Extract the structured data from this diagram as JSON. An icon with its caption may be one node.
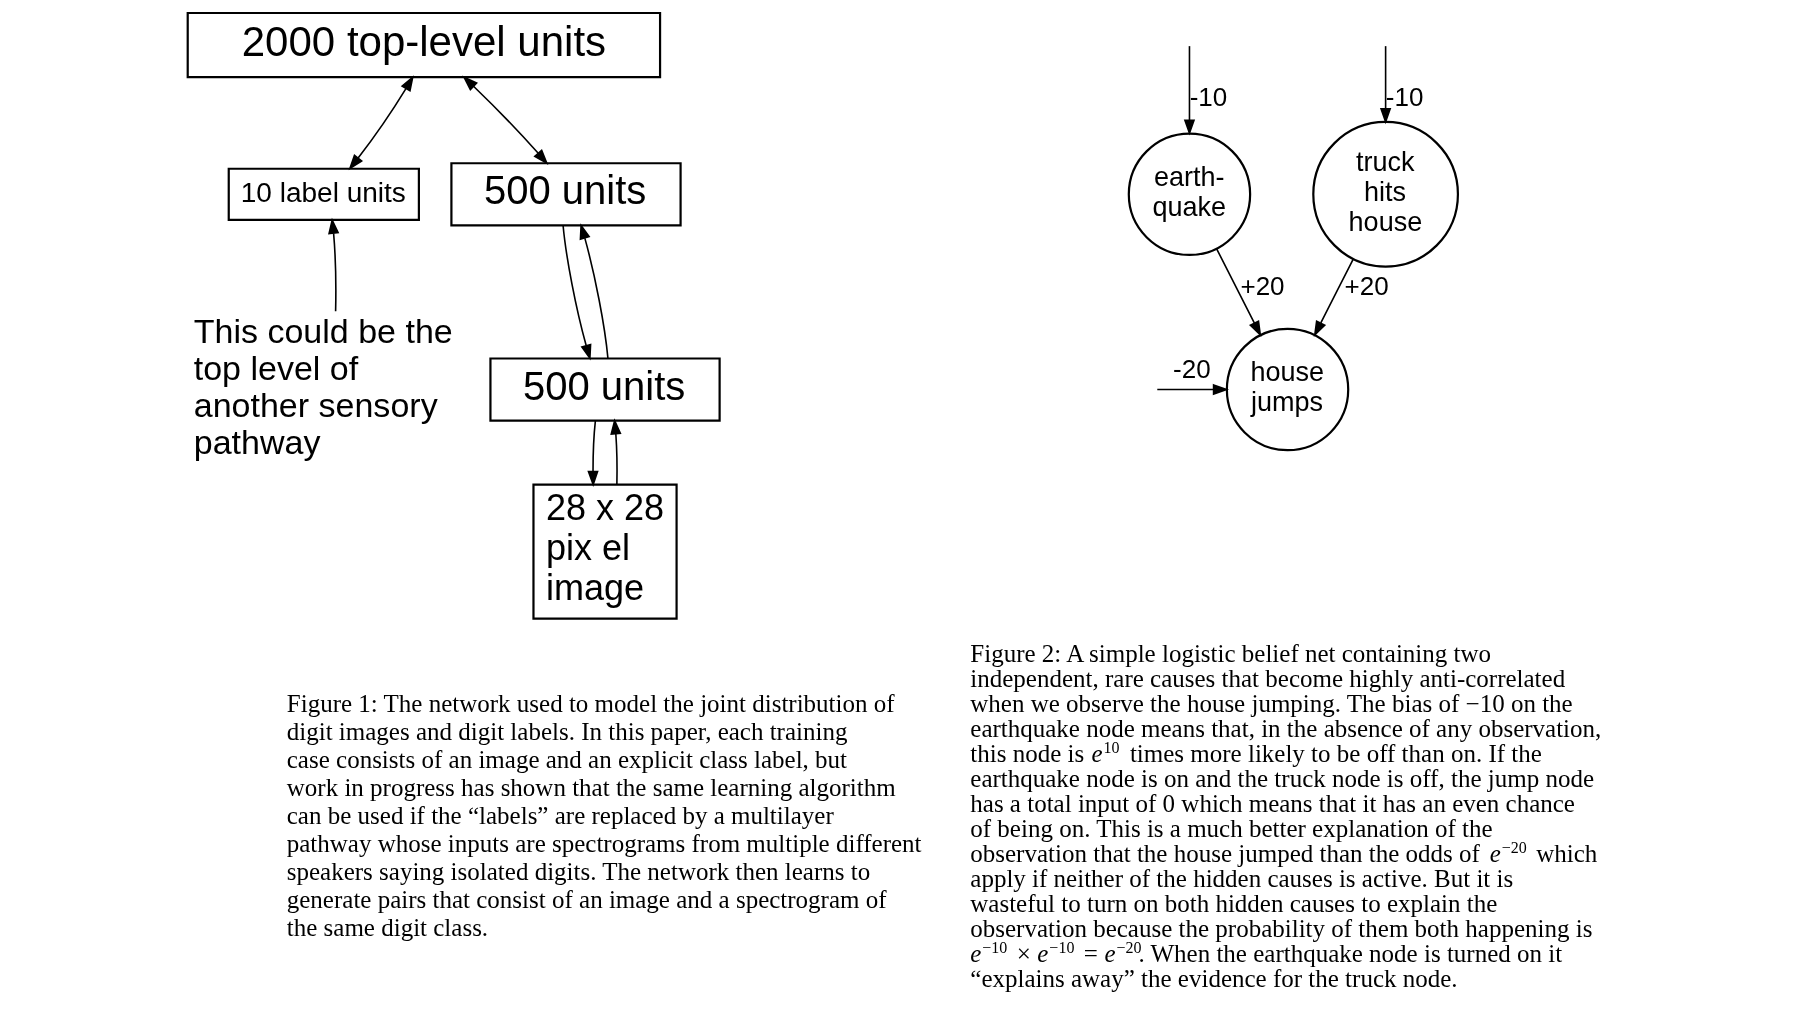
{
  "diagram": {
    "nodes": [
      {
        "text": [
          "2000 top-level units"
        ]
      },
      {
        "text": [
          "10 label units"
        ]
      },
      {
        "text": [
          "500 units"
        ]
      },
      {
        "text": [
          "This could be the top level of another sensory pathway"
        ]
      },
      {
        "text": [
          "500 units"
        ]
      },
      {
        "text": [
          "28 x 28 pix el image"
        ]
      },
      {
        "text": [
          "earth- quake"
        ]
      },
      {
        "text": [
          "truck hits house"
        ]
      },
      {
        "text": [
          "house jumps"
        ]
      }
    ],
    "edges": [
      {
        "from": 1,
        "to": 0,
        "arrow": "both"
      },
      {
        "from": 2,
        "to": 0,
        "arrow": "both"
      },
      {
        "from": 3,
        "to": 1,
        "arrow": "to"
      },
      {
        "from": 4,
        "to": 2,
        "arrow": "to"
      },
      {
        "from": 2,
        "to": 4,
        "arrow": "to"
      },
      {
        "from": 5,
        "to": 4,
        "arrow": "to"
      },
      {
        "from": 4,
        "to": 5,
        "arrow": "to"
      },
      {
        "from": null,
        "to": 6,
        "arrow": "to",
        "label": "-10"
      },
      {
        "from": null,
        "to": 7,
        "arrow": "to",
        "label": "-10"
      },
      {
        "from": 6,
        "to": 8,
        "arrow": "to",
        "label": "+20"
      },
      {
        "from": 7,
        "to": 8,
        "arrow": "to",
        "label": "+20"
      },
      {
        "from": null,
        "to": 8,
        "arrow": "to",
        "label": "-20"
      }
    ],
    "labels": [
      "Figure 1: The network used to model the joint distribution of digit images and digit labels. In this paper, each training case consists of an image and an explicit class label, but work in progress has shown that the same learning algorithm can be used if the “labels” are replaced by a multilayer pathway whose inputs are spectrograms from multiple different speakers saying isolated digits. The network then learns to generate pairs that consist of an image and a spectrogram of the same digit class.",
      "Figure 2: A simple logistic belief net containing two independent, rare causes that become highly anti-correlated when we observe the house jumping. The bias of −10 on the earthquake node means that, in the absence of any observation, this node is *e*$^{10}$ times more likely to be off than on. If the earthquake node is on and the truck node is off, the jump node has a total input of 0 which means that it has an even chance of being on. This is a much better explanation of the observation that the house jumped than the odds of *e*$^{−20}$ which apply if neither of the hidden causes is active. But it is wasteful to turn on both hidden causes to explain the observation because the probability of them both happening is *e*$^{−10}$ × *e*$^{−10}$ = *e*$^{−20}$. When the earthquake node is turned on it “explains away” the evidence for the truck node."
    ]
  }
}
